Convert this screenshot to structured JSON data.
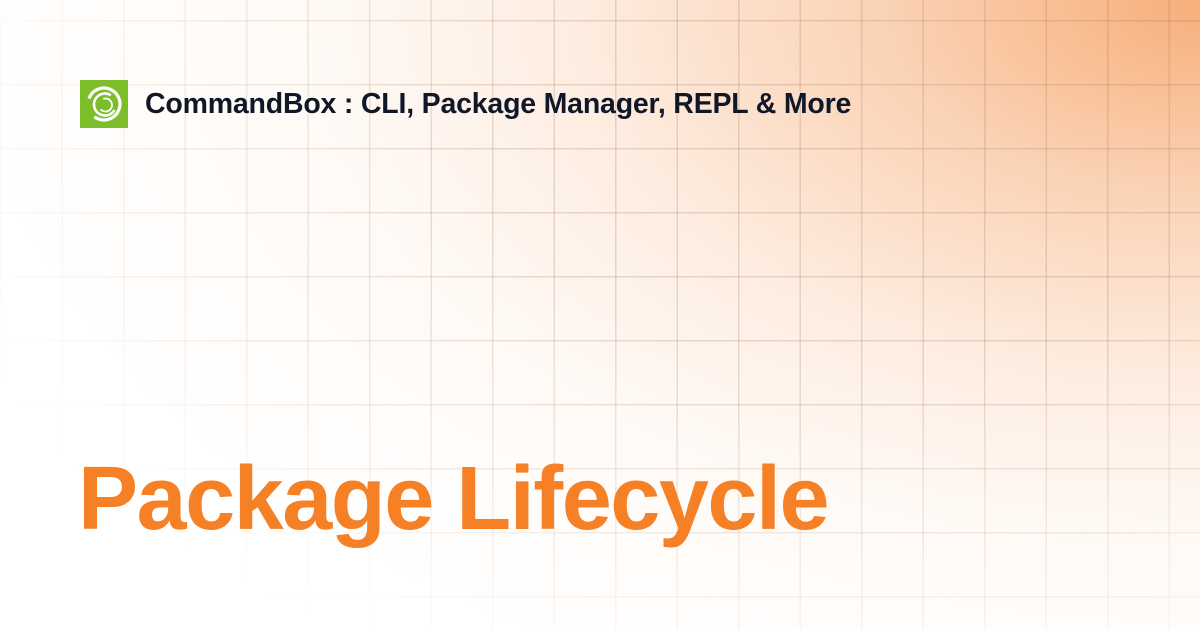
{
  "header": {
    "logo_icon": "commandbox-swirl-logo",
    "site_title": "CommandBox : CLI, Package Manager, REPL & More"
  },
  "main": {
    "page_title": "Package Lifecycle"
  },
  "colors": {
    "accent": "#F58025",
    "logo_green": "#7CBD2A",
    "text_dark": "#101828",
    "glow": "#F7AA73",
    "background": "#FFFFFF"
  }
}
